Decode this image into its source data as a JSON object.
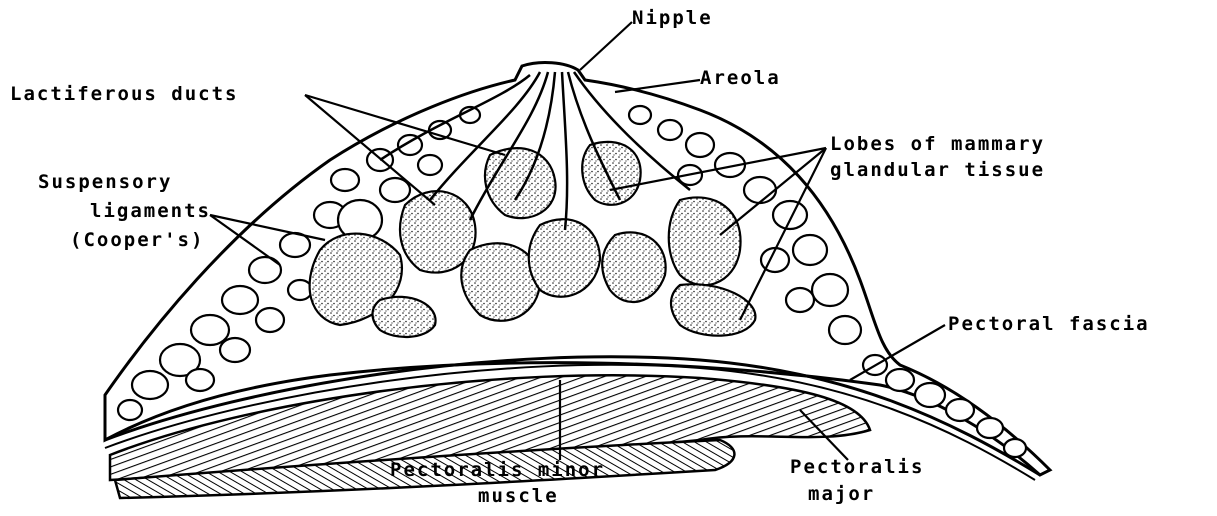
{
  "labels": {
    "nipple": "Nipple",
    "areola": "Areola",
    "lactiferous_ducts": "Lactiferous ducts",
    "lobes_line1": "Lobes of mammary",
    "lobes_line2": "glandular tissue",
    "suspensory_line1": "Suspensory",
    "suspensory_line2": "ligaments",
    "suspensory_line3": "(Cooper's)",
    "pectoral_fascia": "Pectoral fascia",
    "pect_minor_line1": "Pectoralis minor",
    "pect_minor_line2": "muscle",
    "pect_major_line1": "Pectoralis",
    "pect_major_line2": "major"
  },
  "colors": {
    "ink": "#000000",
    "paper": "#ffffff",
    "stipple": "#222222"
  }
}
